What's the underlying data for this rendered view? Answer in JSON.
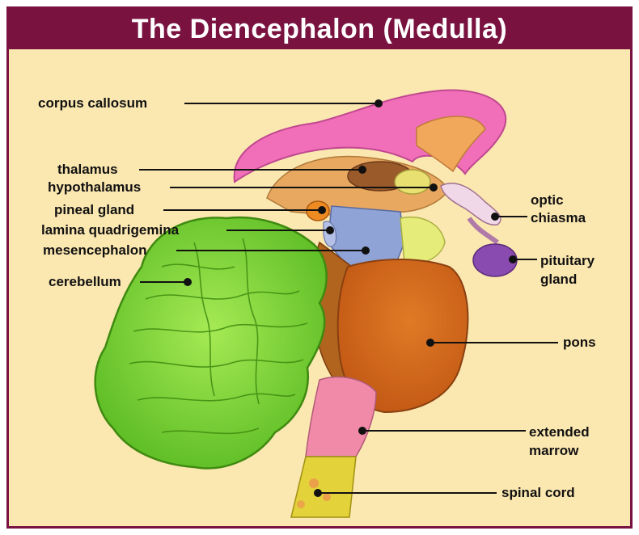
{
  "title": "The Diencephalon (Medulla)",
  "colors": {
    "frame": "#7a1240",
    "background": "#fbe7b0",
    "corpus_callosum": "#f06fb8",
    "cerebellum": "#7fd63a",
    "pons": "#d86a1e",
    "mesencephalon": "#8fa3d6",
    "pituitary": "#8a4bb0",
    "extended_marrow": "#f08aa8",
    "spinal_cord": "#e3d23a"
  },
  "labels": {
    "corpus_callosum": "corpus callosum",
    "thalamus": "thalamus",
    "hypothalamus": "hypothalamus",
    "pineal_gland": "pineal gland",
    "lamina_quadrigemina": "lamina quadrigemina",
    "mesencephalon": "mesencephalon",
    "cerebellum": "cerebellum",
    "optic_chiasma_1": "optic",
    "optic_chiasma_2": "chiasma",
    "pituitary_gland_1": "pituitary",
    "pituitary_gland_2": "gland",
    "pons": "pons",
    "extended_marrow_1": "extended",
    "extended_marrow_2": "marrow",
    "spinal_cord": "spinal cord"
  }
}
